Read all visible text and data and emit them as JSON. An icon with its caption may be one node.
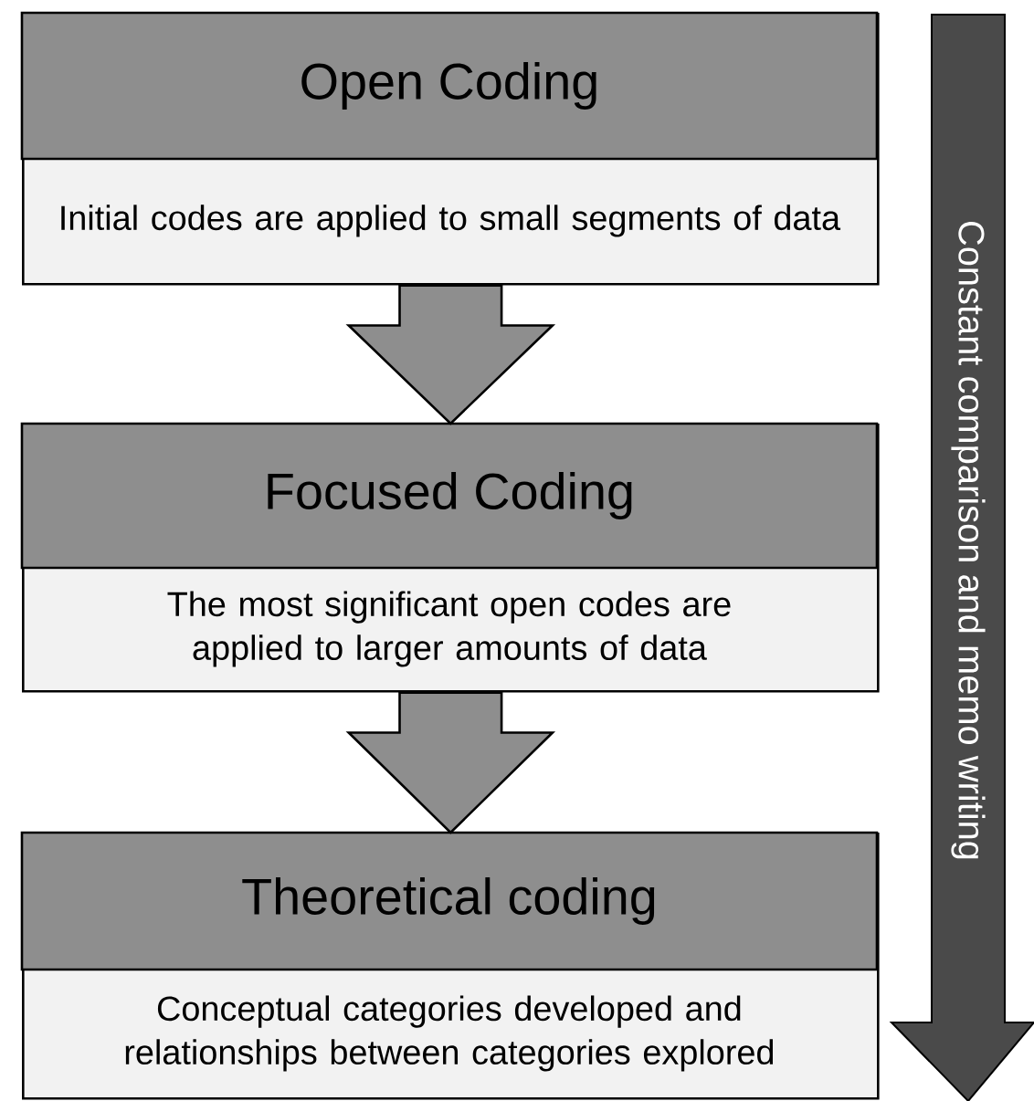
{
  "diagram": {
    "nodes": [
      {
        "text": [
          "Open Coding",
          "Initial codes are applied to small segments of data"
        ]
      },
      {
        "text": [
          "Focused Coding",
          "The most significant open codes are applied to larger amounts of data"
        ]
      },
      {
        "text": [
          "Theoretical coding",
          "Conceptual categories developed and relationships between categories explored"
        ]
      },
      {
        "text": [
          "Constant comparison and memo writing"
        ]
      }
    ],
    "edges": [
      {
        "from": 0,
        "to": 1,
        "arrow": "to"
      },
      {
        "from": 1,
        "to": 2,
        "arrow": "to"
      }
    ]
  }
}
